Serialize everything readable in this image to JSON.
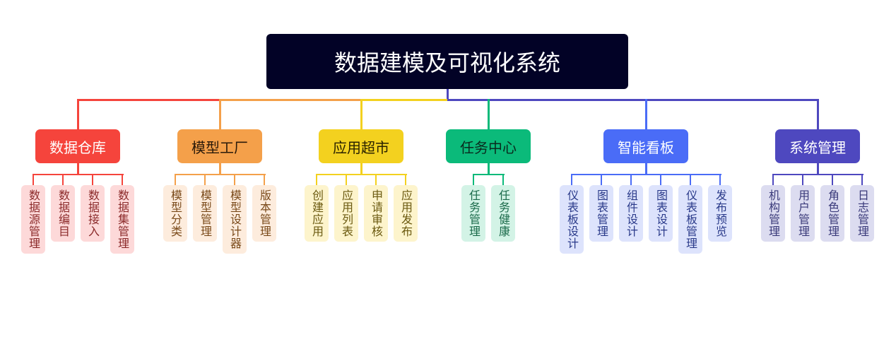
{
  "title": "数据建模及可视化系统",
  "root_color": "#020226",
  "branches": [
    {
      "label": "数据仓库",
      "color": "#f5443c",
      "text_color": "#ffffff",
      "leaf_bg": "#fdd9d9",
      "leaf_text": "#8b2a2a",
      "leaves": [
        "数据源管理",
        "数据编目",
        "数据接入",
        "数据集管理"
      ]
    },
    {
      "label": "模型工厂",
      "color": "#f4a04a",
      "text_color": "#2a1a0a",
      "leaf_bg": "#fdecdd",
      "leaf_text": "#7a4a1a",
      "leaves": [
        "模型分类",
        "模型管理",
        "模型设计器",
        "版本管理"
      ]
    },
    {
      "label": "应用超市",
      "color": "#f3d11f",
      "text_color": "#2a2200",
      "leaf_bg": "#fdf4cc",
      "leaf_text": "#6b5a10",
      "leaves": [
        "创建应用",
        "应用列表",
        "申请审核",
        "应用发布"
      ]
    },
    {
      "label": "任务中心",
      "color": "#0bba7a",
      "text_color": "#0a2a1e",
      "leaf_bg": "#d3f3e6",
      "leaf_text": "#1a6a4a",
      "leaves": [
        "任务管理",
        "任务健康"
      ]
    },
    {
      "label": "智能看板",
      "color": "#4a6cf7",
      "text_color": "#ffffff",
      "leaf_bg": "#dde3fc",
      "leaf_text": "#2a3a8a",
      "leaves": [
        "仪表板设计",
        "图表管理",
        "组件设计",
        "图表设计",
        "仪表板管理",
        "发布预览"
      ]
    },
    {
      "label": "系统管理",
      "color": "#4e48bf",
      "text_color": "#ffffff",
      "leaf_bg": "#dcdcf0",
      "leaf_text": "#3a3a7a",
      "leaves": [
        "机构管理",
        "用户管理",
        "角色管理",
        "日志管理"
      ]
    }
  ]
}
